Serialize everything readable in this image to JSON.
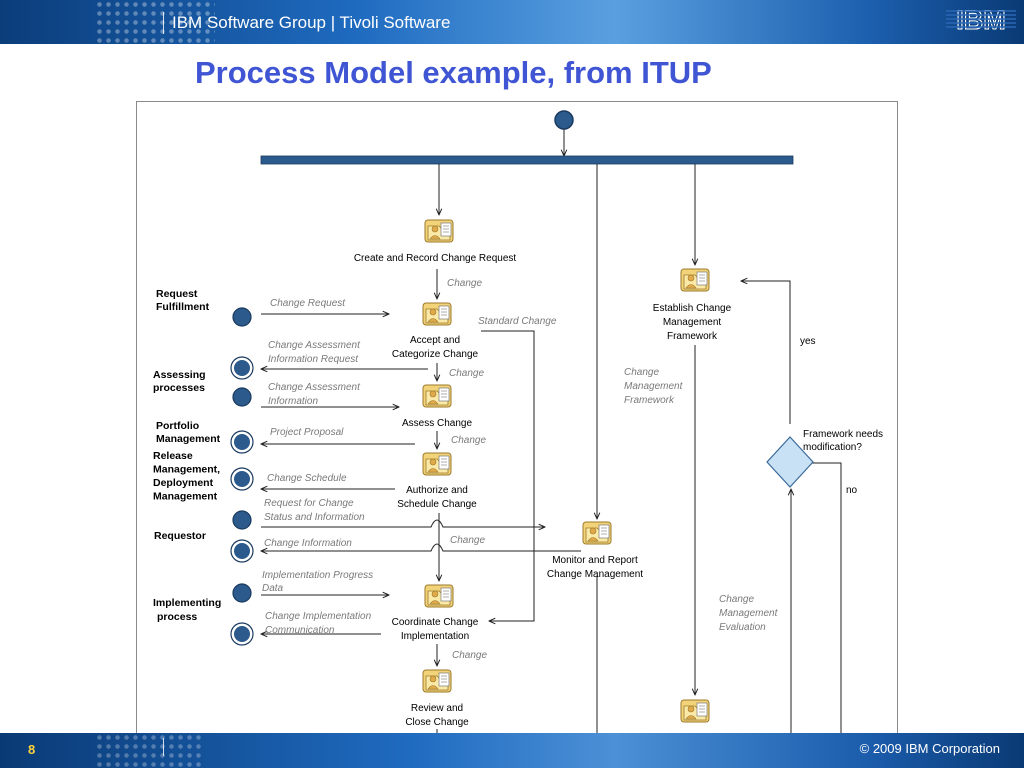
{
  "header": {
    "group": "IBM Software Group | Tivoli Software",
    "logo": "IBM"
  },
  "title": "Process Model example, from ITUP",
  "footer": {
    "page": "8",
    "copyright": "© 2009 IBM Corporation"
  },
  "colors": {
    "title": "#3f55d4",
    "node": "#2c5a8c",
    "bar": "#2c5a8c",
    "decision": "#c8e1f5",
    "flow_label": "#7a7a7a"
  },
  "actors": [
    {
      "lines": [
        "Request",
        "Fulfillment"
      ]
    },
    {
      "lines": [
        "Assessing",
        "processes"
      ]
    },
    {
      "lines": [
        "Portfolio",
        "Management"
      ]
    },
    {
      "lines": [
        "Release",
        "Management,",
        "Deployment",
        "Management"
      ]
    },
    {
      "lines": [
        "Requestor"
      ]
    },
    {
      "lines": [
        "Implementing",
        "process"
      ]
    }
  ],
  "activities": [
    {
      "lines": [
        "Create and Record Change Request"
      ]
    },
    {
      "lines": [
        "Accept and",
        "Categorize Change"
      ]
    },
    {
      "lines": [
        "Assess Change"
      ]
    },
    {
      "lines": [
        "Authorize and",
        "Schedule Change"
      ]
    },
    {
      "lines": [
        "Coordinate Change",
        "Implementation"
      ]
    },
    {
      "lines": [
        "Review and",
        "Close Change"
      ]
    },
    {
      "lines": [
        "Establish Change",
        "Management",
        "Framework"
      ]
    },
    {
      "lines": [
        "Monitor and Report",
        "Change Management"
      ]
    }
  ],
  "flows": [
    {
      "lines": [
        "Change"
      ]
    },
    {
      "lines": [
        "Change Request"
      ]
    },
    {
      "lines": [
        "Standard Change"
      ]
    },
    {
      "lines": [
        "Change Assessment",
        "Information Request"
      ]
    },
    {
      "lines": [
        "Change"
      ]
    },
    {
      "lines": [
        "Change Assessment",
        "Information"
      ]
    },
    {
      "lines": [
        "Project Proposal"
      ]
    },
    {
      "lines": [
        "Change"
      ]
    },
    {
      "lines": [
        "Change Schedule"
      ]
    },
    {
      "lines": [
        "Request for Change",
        "Status and Information"
      ]
    },
    {
      "lines": [
        "Change"
      ]
    },
    {
      "lines": [
        "Change Information"
      ]
    },
    {
      "lines": [
        "Implementation Progress",
        "Data"
      ]
    },
    {
      "lines": [
        "Change Implementation",
        "Communication"
      ]
    },
    {
      "lines": [
        "Change"
      ]
    },
    {
      "lines": [
        "Change",
        "Management",
        "Framework"
      ]
    },
    {
      "lines": [
        "Change",
        "Management",
        "Evaluation"
      ]
    }
  ],
  "decision": {
    "lines": [
      "Framework needs",
      "modification?"
    ],
    "yes": "yes",
    "no": "no"
  }
}
